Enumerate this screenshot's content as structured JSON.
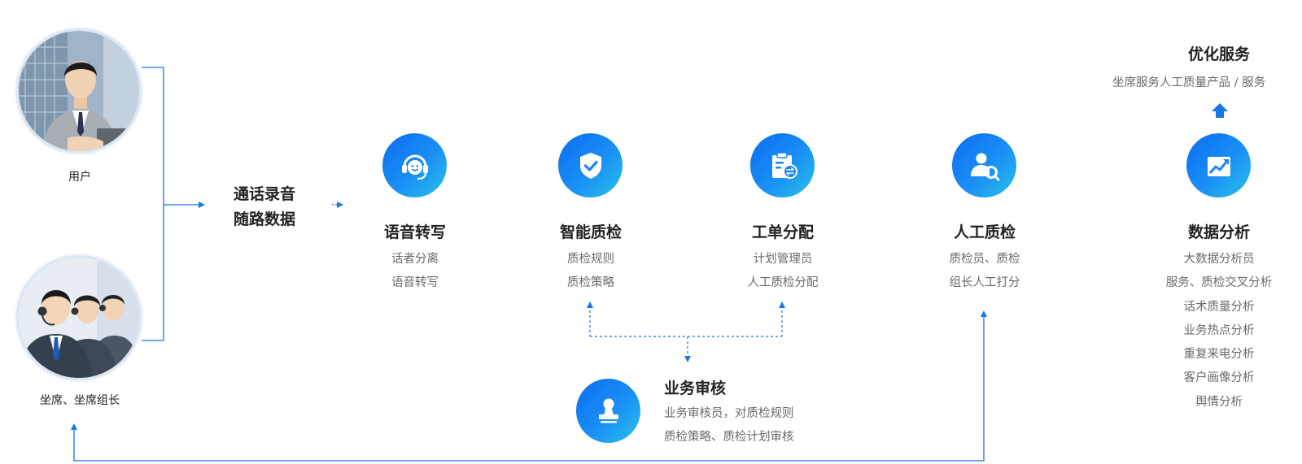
{
  "people": {
    "user_label": "用户",
    "agents_label": "坐席、坐席组长"
  },
  "source": {
    "line1": "通话录音",
    "line2": "随路数据"
  },
  "steps": [
    {
      "icon": "headset-smile-icon",
      "title": "语音转写",
      "lines": [
        "话者分离",
        "语音转写"
      ]
    },
    {
      "icon": "shield-check-icon",
      "title": "智能质检",
      "lines": [
        "质检规则",
        "质检策略"
      ]
    },
    {
      "icon": "clipboard-transfer-icon",
      "title": "工单分配",
      "lines": [
        "计划管理员",
        "人工质检分配"
      ]
    },
    {
      "icon": "user-search-icon",
      "title": "人工质检",
      "lines": [
        "质检员、质检",
        "组长人工打分"
      ]
    },
    {
      "icon": "trend-chart-icon",
      "title": "数据分析",
      "lines": [
        "大数据分析员",
        "服务、质检交叉分析",
        "话术质量分析",
        "业务热点分析",
        "重复来电分析",
        "客户画像分析",
        "舆情分析"
      ]
    }
  ],
  "audit": {
    "icon": "stamp-icon",
    "title": "业务审核",
    "lines": [
      "业务审核员，对质检规则",
      "质检策略、质检计划审核"
    ]
  },
  "optimize": {
    "title": "优化服务",
    "subtitle": "坐席服务人工质量产品 / 服务"
  },
  "colors": {
    "accent": "#1677e5",
    "gradient_start": "#0c6df2",
    "gradient_end": "#29c3e8"
  }
}
